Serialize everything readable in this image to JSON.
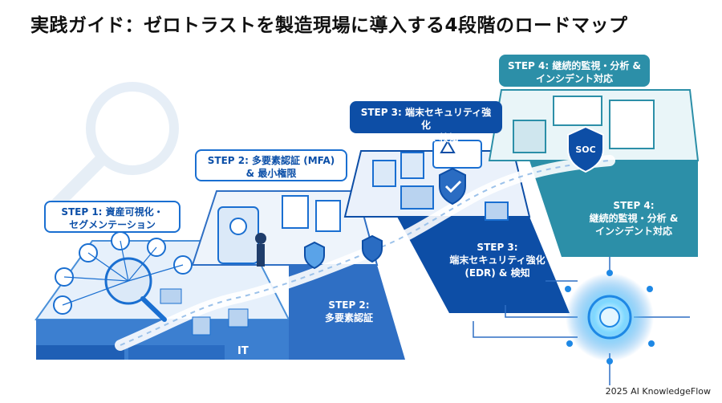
{
  "title": "実践ガイド：ゼロトラストを製造現場に導入する4段階のロードマップ",
  "steps": [
    {
      "callout": "STEP 1: 資産可視化・\nセグメンテーション"
    },
    {
      "callout": "STEP 2: 多要素認証 (MFA)\n& 最小権限",
      "face": "STEP 2:\n多要素認証"
    },
    {
      "callout": "STEP 3: 端末セキュリティ強化\n(EDR) & 検知",
      "face": "STEP 3:\n端末セキュリティ強化\n(EDR) & 検知"
    },
    {
      "callout": "STEP 4: 継続的監視・分析 &\nインシデント対応",
      "face": "STEP 4:\n継続的監視・分析 &\nインシデント対応"
    }
  ],
  "zones": {
    "ot": "OT",
    "it": "IT"
  },
  "soc_label": "SOC",
  "footer": "2025 AI KnowledgeFlow",
  "colors": {
    "step1": "#4a90d9",
    "step2": "#2f6fc4",
    "step3": "#0d4ea6",
    "step4": "#2c8fa8",
    "accent": "#1a6fd1"
  }
}
